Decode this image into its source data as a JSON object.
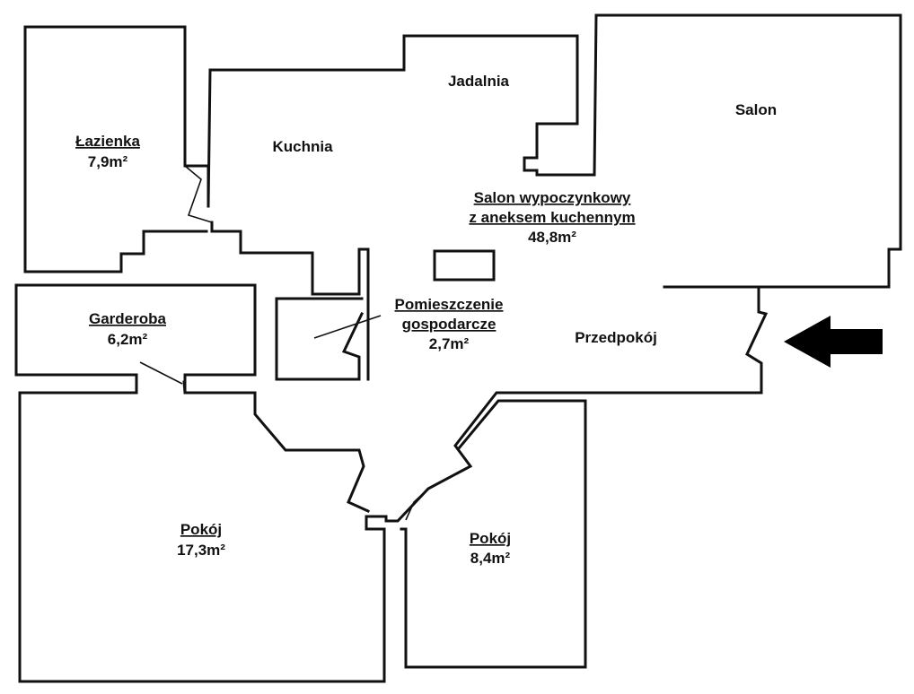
{
  "colors": {
    "wall": "#111111",
    "background": "#ffffff",
    "entrance_arrow": "#000000"
  },
  "rooms": {
    "lazienka": {
      "name": "Łazienka",
      "area": "7,9m²"
    },
    "kuchnia": {
      "name": "Kuchnia"
    },
    "jadalnia": {
      "name": "Jadalnia"
    },
    "salon": {
      "name": "Salon"
    },
    "salon_wypoczynkowy": {
      "line1": "Salon wypoczynkowy",
      "line2": "z aneksem kuchennym",
      "area": "48,8m²"
    },
    "garderoba": {
      "name": "Garderoba",
      "area": "6,2m²"
    },
    "pomieszczenie": {
      "line1": "Pomieszczenie",
      "line2": "gospodarcze",
      "area": "2,7m²"
    },
    "przedpokoj": {
      "name": "Przedpokój"
    },
    "pokoj_large": {
      "name": "Pokój",
      "area": "17,3m²"
    },
    "pokoj_small": {
      "name": "Pokój",
      "area": "8,4m²"
    }
  },
  "icons": {
    "entrance": "arrow-left-icon"
  }
}
